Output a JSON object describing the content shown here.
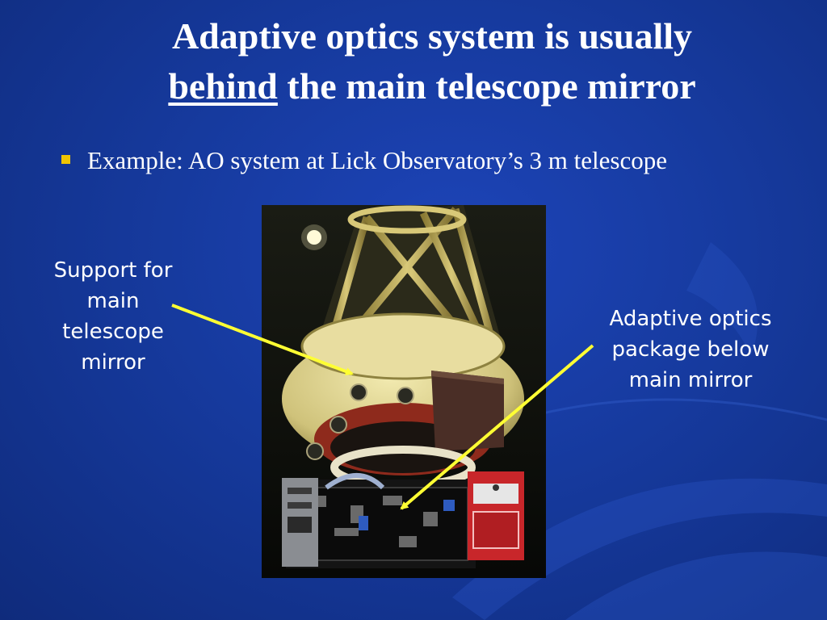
{
  "slide": {
    "title_line1": "Adaptive optics system is usually",
    "title_emphasis": "behind",
    "title_line2_rest": " the main telescope mirror",
    "bullet_text": "Example: AO system at Lick Observatory’s 3 m telescope",
    "bullet_color": "#f0c400",
    "background_color": "#163a9e"
  },
  "photo": {
    "subject": "AO system at Lick Observatory's 3 m telescope"
  },
  "callouts": {
    "left_lines": [
      "Support for main",
      "telescope mirror"
    ],
    "right_lines": [
      "Adaptive optics",
      "package below",
      "main mirror"
    ],
    "arrow_color": "#ffff33"
  }
}
